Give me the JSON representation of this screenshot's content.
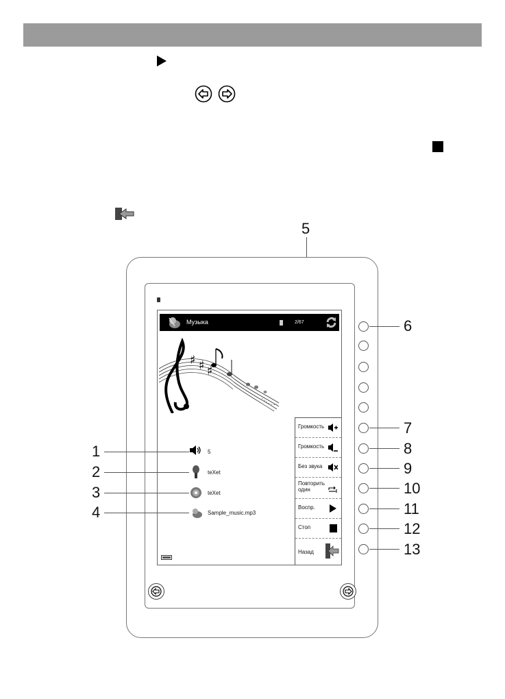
{
  "callouts": {
    "n1": "1",
    "n2": "2",
    "n3": "3",
    "n4": "4",
    "n5": "5",
    "n6": "6",
    "n7": "7",
    "n8": "8",
    "n9": "9",
    "n10": "10",
    "n11": "11",
    "n12": "12",
    "n13": "13"
  },
  "screen": {
    "title": "Музыка",
    "page_counter": "2/67",
    "volume_value": "5",
    "artist": "teXet",
    "album": "teXet",
    "file_name": "Sample_music.mp3"
  },
  "menu": [
    {
      "label": "Громкость",
      "icon": "volume-up-icon"
    },
    {
      "label": "Громкость",
      "icon": "volume-down-icon"
    },
    {
      "label": "Без звука",
      "icon": "mute-icon"
    },
    {
      "label": "Повторить один",
      "icon": "repeat-one-icon"
    },
    {
      "label": "Воспр.",
      "icon": "play-icon"
    },
    {
      "label": "Стоп",
      "icon": "stop-icon"
    },
    {
      "label": "Назад",
      "icon": "back-icon"
    }
  ],
  "colors": {
    "header_bar": "#9b9b9b",
    "screen_title_bar": "#000000"
  }
}
